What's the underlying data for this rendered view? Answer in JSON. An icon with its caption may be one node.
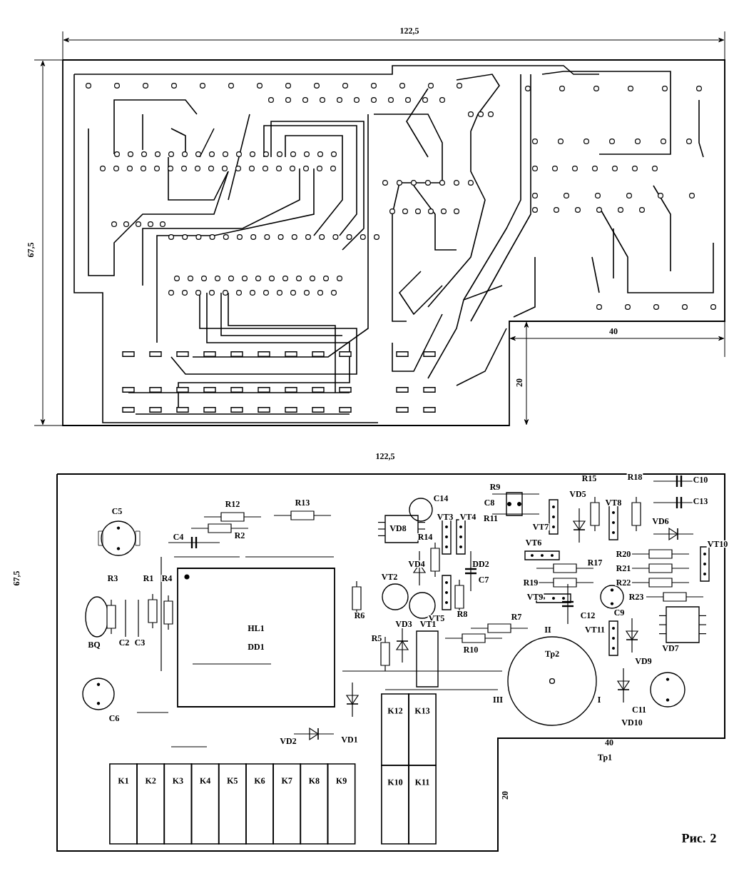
{
  "diagram": {
    "caption": "Рис. 2",
    "nodes": [
      {
        "text": [
          "HL1",
          "DD1"
        ]
      },
      {
        "text": [
          "Тр2"
        ],
        "beside": [
          "II",
          "III",
          "I"
        ]
      },
      {
        "text": [
          "K12"
        ]
      },
      {
        "text": [
          "K13"
        ]
      },
      {
        "text": [
          "K1"
        ]
      },
      {
        "text": [
          "K2"
        ]
      },
      {
        "text": [
          "K3"
        ]
      },
      {
        "text": [
          "K4"
        ]
      },
      {
        "text": [
          "K5"
        ]
      },
      {
        "text": [
          "K6"
        ]
      },
      {
        "text": [
          "K7"
        ]
      },
      {
        "text": [
          "K8"
        ]
      },
      {
        "text": [
          "K9"
        ]
      },
      {
        "text": [
          "K10"
        ]
      },
      {
        "text": [
          "K11"
        ]
      }
    ],
    "labels": [
      "122,5",
      "67,5",
      "40",
      "20",
      "122,5",
      "67,5",
      "R9",
      "R15",
      "R18",
      "C10",
      "C14",
      "C5",
      "R12",
      "R13",
      "C8",
      "VD5",
      "VT8",
      "C13",
      "R11",
      "VD8",
      "VT3",
      "VT4",
      "VT7",
      "C4",
      "R2",
      "VD6",
      "R14",
      "VT6",
      "VT10",
      "R3",
      "R1",
      "R4",
      "VD4",
      "DD2",
      "R17",
      "R20",
      "R21",
      "R22",
      "C7",
      "VT2",
      "R19",
      "VT9",
      "R23",
      "C9",
      "R6",
      "VT5",
      "R8",
      "R7",
      "C12",
      "VD3",
      "VT1",
      "VT11",
      "R5",
      "BQ",
      "C2",
      "C3",
      "R10",
      "VD7",
      "VD9",
      "C11",
      "VD10",
      "C6",
      "VD2",
      "VD1",
      "40",
      "Тр1",
      "20"
    ]
  }
}
